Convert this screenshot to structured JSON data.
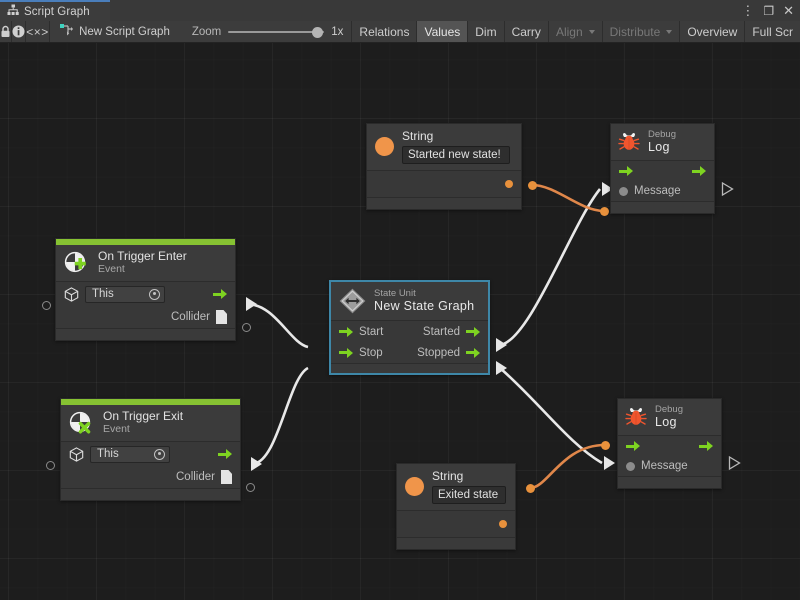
{
  "window": {
    "tab_label": "Script Graph",
    "tab_icon": "graph-hierarchy-icon",
    "buttons": [
      {
        "name": "more-options-button",
        "glyph": "⋮"
      },
      {
        "name": "maximize-button",
        "glyph": "❐"
      },
      {
        "name": "close-button",
        "glyph": "✕"
      }
    ]
  },
  "toolbar": {
    "lock_icon": "lock-icon",
    "info_icon": "info-icon",
    "code_icon": "code-brackets-icon",
    "graph_name": "New Script Graph",
    "graph_name_icon": "script-graph-icon",
    "zoom_label": "Zoom",
    "zoom_value": "1x",
    "zoom_slider_percent": 100,
    "buttons": [
      {
        "label": "Relations",
        "state": "normal",
        "caret": false,
        "name": "toolbar-relations-button"
      },
      {
        "label": "Values",
        "state": "active",
        "caret": false,
        "name": "toolbar-values-button"
      },
      {
        "label": "Dim",
        "state": "normal",
        "caret": false,
        "name": "toolbar-dim-button"
      },
      {
        "label": "Carry",
        "state": "normal",
        "caret": false,
        "name": "toolbar-carry-button"
      },
      {
        "label": "Align",
        "state": "disabled",
        "caret": true,
        "name": "toolbar-align-dropdown"
      },
      {
        "label": "Distribute",
        "state": "disabled",
        "caret": true,
        "name": "toolbar-distribute-dropdown"
      },
      {
        "label": "Overview",
        "state": "normal",
        "caret": false,
        "name": "toolbar-overview-button"
      },
      {
        "label": "Full Scr",
        "state": "normal",
        "caret": false,
        "name": "toolbar-fullscreen-button"
      }
    ]
  },
  "colors": {
    "accent_green": "#86c232",
    "flow_green": "#7ed321",
    "data_orange": "#e8913c",
    "selection_blue": "#3e87a8",
    "tab_accent_blue": "#4a7ebb",
    "node_bg": "#383838",
    "canvas_bg": "#1d1d1d"
  },
  "nodes": {
    "string_top": {
      "type_label": "String",
      "value": "Started new state!",
      "icon": "string-value-icon"
    },
    "string_bottom": {
      "type_label": "String",
      "value": "Exited state",
      "icon": "string-value-icon"
    },
    "debug_log_top": {
      "category": "Debug",
      "title": "Log",
      "icon": "bug-icon",
      "input_port": "flow-in-arrow",
      "output_port": "flow-out-arrow",
      "message_label": "Message"
    },
    "debug_log_bottom": {
      "category": "Debug",
      "title": "Log",
      "icon": "bug-icon",
      "input_port": "flow-in-arrow",
      "output_port": "flow-out-arrow",
      "message_label": "Message"
    },
    "on_trigger_enter": {
      "title": "On Trigger Enter",
      "subtitle": "Event",
      "icon": "event-plus-icon",
      "target_value": "This",
      "target_icon": "gameobject-cube-icon",
      "output_label": "Collider",
      "output_icon": "collider-doc-icon"
    },
    "on_trigger_exit": {
      "title": "On Trigger Exit",
      "subtitle": "Event",
      "icon": "event-cross-icon",
      "target_value": "This",
      "target_icon": "gameobject-cube-icon",
      "output_label": "Collider",
      "output_icon": "collider-doc-icon"
    },
    "state_unit": {
      "category": "State Unit",
      "title": "New State Graph",
      "icon": "state-unit-diamond-icon",
      "selected": true,
      "inputs": [
        "Start",
        "Stop"
      ],
      "outputs": [
        "Started",
        "Stopped"
      ]
    }
  }
}
